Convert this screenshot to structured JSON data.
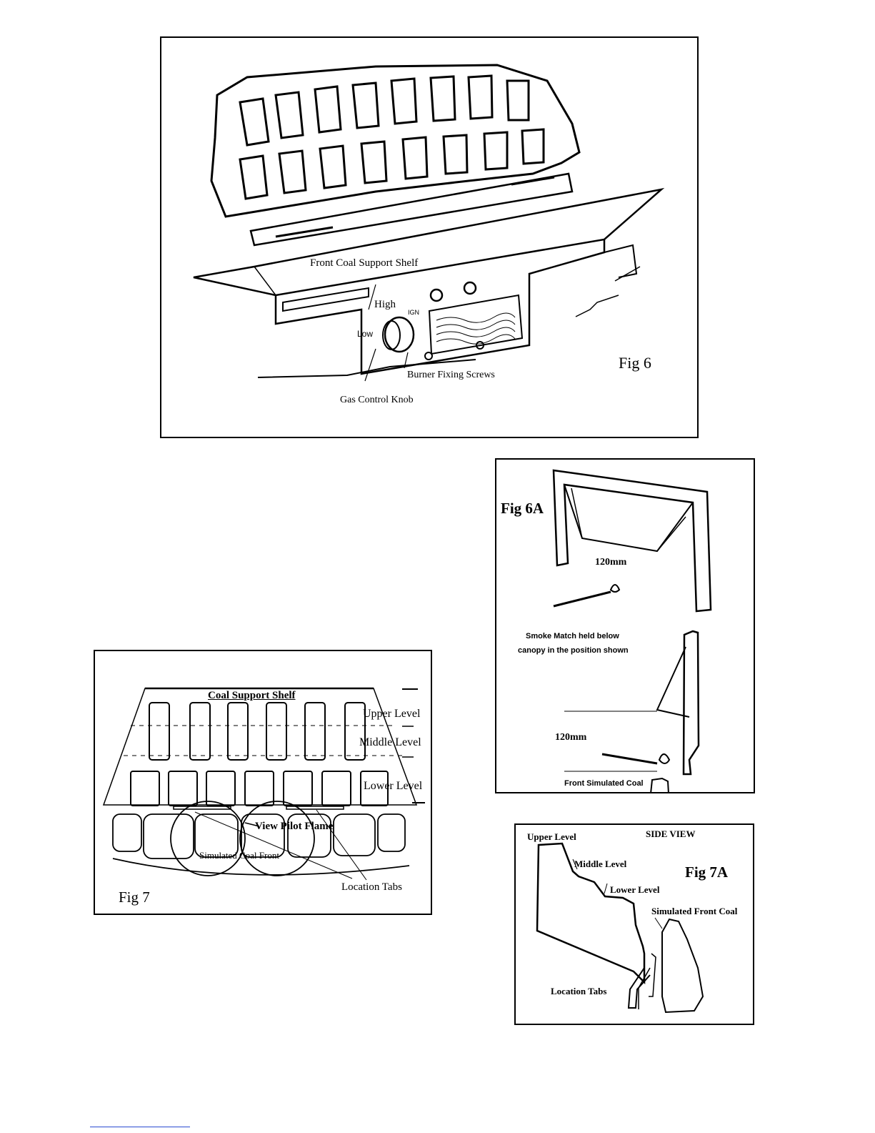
{
  "fig6": {
    "label": "Fig 6",
    "front_coal_support_shelf": "Front Coal Support Shelf",
    "high": "High",
    "ign": "IGN",
    "low": "Low",
    "burner_fixing_screws": "Burner Fixing Screws",
    "gas_control_knob": "Gas Control Knob"
  },
  "fig6a": {
    "label": "Fig 6A",
    "measure_top": "120mm",
    "smoke_match_line1": "Smoke Match held below",
    "smoke_match_line2": "canopy in the position shown",
    "measure_bottom": "120mm",
    "front_simulated_coal": "Front Simulated Coal"
  },
  "fig7": {
    "label": "Fig 7",
    "coal_support_shelf": "Coal Support Shelf",
    "upper_level": "Upper Level",
    "middle_level": "Middle Level",
    "lower_level": "Lower Level",
    "view_pilot_flame": "View Pilot Flame",
    "simulated_coal_front": "Simulated Coal Front",
    "location_tabs": "Location Tabs"
  },
  "fig7a": {
    "label": "Fig 7A",
    "side_view": "SIDE VIEW",
    "upper_level": "Upper Level",
    "middle_level": "Middle Level",
    "lower_level": "Lower Level",
    "simulated_front_coal": "Simulated Front Coal",
    "location_tabs": "Location Tabs"
  }
}
